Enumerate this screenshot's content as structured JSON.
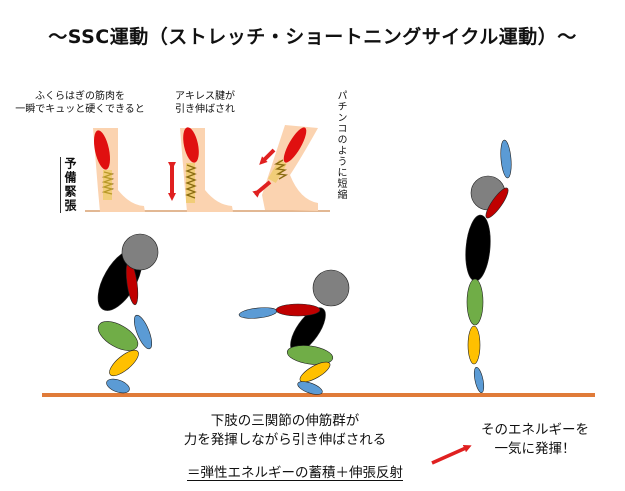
{
  "title": "〜SSC運動（ストレッチ・ショートニングサイクル運動）〜",
  "leg_panel": {
    "caption_1": [
      "ふくらはぎの筋肉を",
      "一瞬でキュッと硬くできると"
    ],
    "caption_2": [
      "アキレス腱が",
      "引き伸ばされ"
    ],
    "caption_3": "パチンコのように短縮",
    "side_label": "予備緊張"
  },
  "captions": {
    "main": [
      "下肢の三関節の伸筋群が",
      "力を発揮しながら引き伸ばされる"
    ],
    "equation": "＝弾性エネルギーの蓄積＋伸張反射",
    "release": [
      "そのエネルギーを",
      "一気に発揮！"
    ]
  },
  "colors": {
    "head": "#808080",
    "torso": "#000000",
    "upper_arm": "#c00000",
    "forearm": "#5b9bd5",
    "thigh": "#70ad47",
    "shin": "#ffc000",
    "foot": "#5b9bd5",
    "ground": "#e07b39",
    "skin": "#fbd3b0",
    "muscle": "#e01010",
    "tendon": "#e8c840",
    "arrow": "#e02020"
  }
}
